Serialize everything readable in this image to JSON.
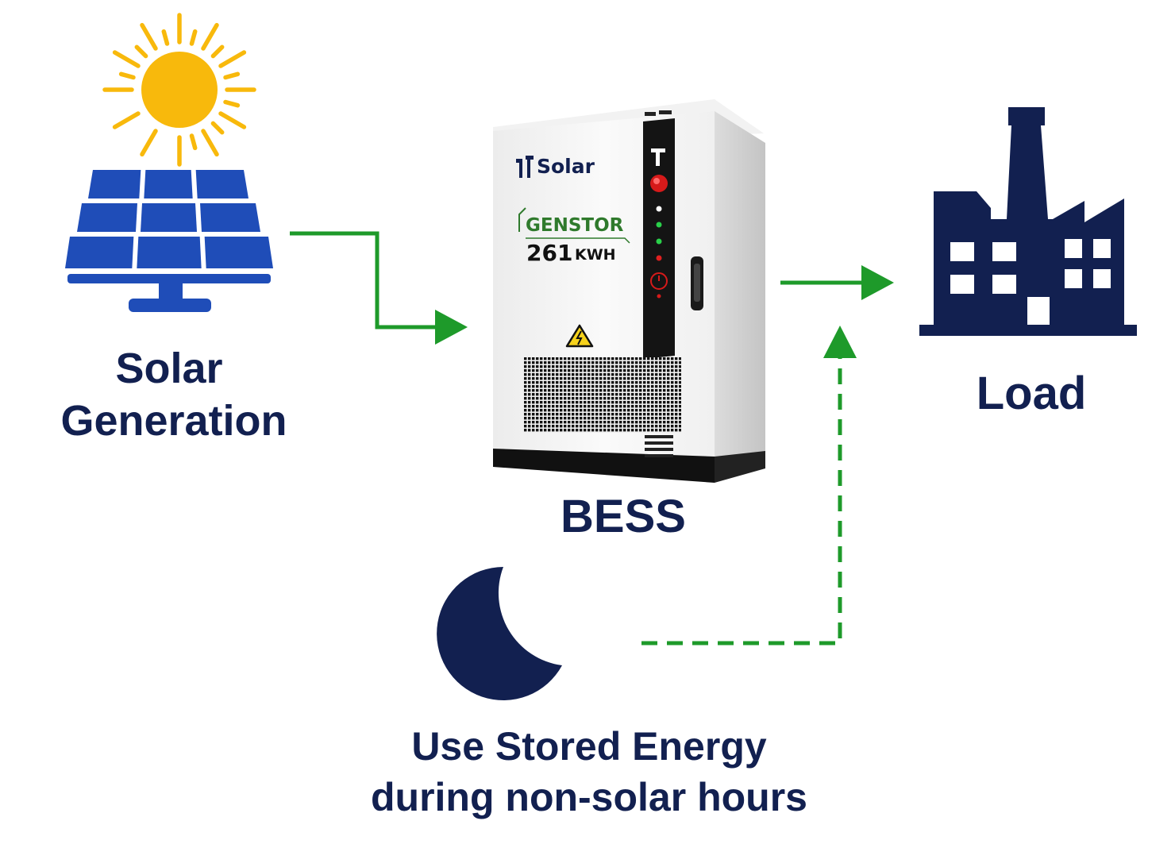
{
  "colors": {
    "navy": "#122050",
    "solar_blue": "#1f4db8",
    "sun_yellow": "#f8b90c",
    "arrow_green": "#1e9a2a",
    "brand_green": "#2f7a2c",
    "cabinet_white": "#f4f4f4",
    "warning_yellow": "#f6d21c"
  },
  "nodes": {
    "solar": {
      "label_line1": "Solar",
      "label_line2": "Generation",
      "icons": [
        "sun-icon",
        "solar-panel-icon"
      ]
    },
    "bess": {
      "label": "BESS",
      "brand": "Solar",
      "model": "GENSTOR",
      "capacity": "261",
      "capacity_unit": "KWH",
      "icons": [
        "battery-cabinet-icon",
        "warning-icon"
      ]
    },
    "load": {
      "label": "Load",
      "icons": [
        "factory-icon"
      ]
    },
    "night": {
      "label_line1": "Use Stored Energy",
      "label_line2": "during non-solar hours",
      "icons": [
        "moon-icon"
      ]
    }
  },
  "edges": [
    {
      "from": "solar",
      "to": "bess",
      "style": "solid"
    },
    {
      "from": "bess",
      "to": "load",
      "style": "solid"
    },
    {
      "from": "night",
      "to": "load",
      "style": "dashed"
    }
  ]
}
